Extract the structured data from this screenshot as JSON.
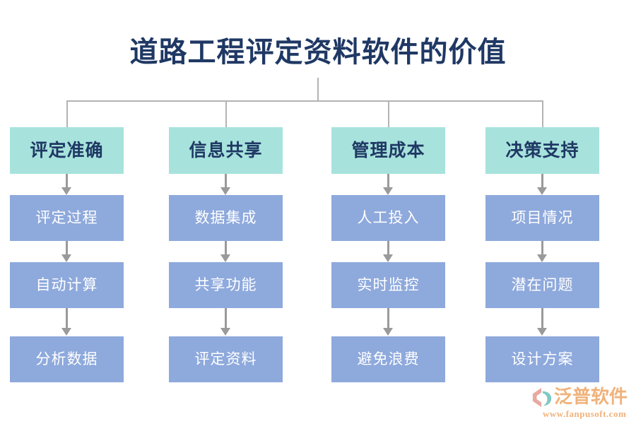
{
  "title": "道路工程评定资料软件的价值",
  "colors": {
    "title_text": "#1f3864",
    "header_box_bg": "#a7e3dc",
    "sub_box_bg": "#8ea9dc",
    "sub_box_text": "#ffffff",
    "connector_line": "#b3b3b3",
    "arrow": "#9a9a9a",
    "logo_text": "#f0b27a",
    "background": "#ffffff"
  },
  "columns": [
    {
      "header": "评定准确",
      "steps": [
        "评定过程",
        "自动计算",
        "分析数据"
      ]
    },
    {
      "header": "信息共享",
      "steps": [
        "数据集成",
        "共享功能",
        "评定资料"
      ]
    },
    {
      "header": "管理成本",
      "steps": [
        "人工投入",
        "实时监控",
        "避免浪费"
      ]
    },
    {
      "header": "决策支持",
      "steps": [
        "项目情况",
        "潜在问题",
        "设计方案"
      ]
    }
  ],
  "logo": {
    "name": "泛普软件",
    "url": "www.fanpusoft.com"
  }
}
